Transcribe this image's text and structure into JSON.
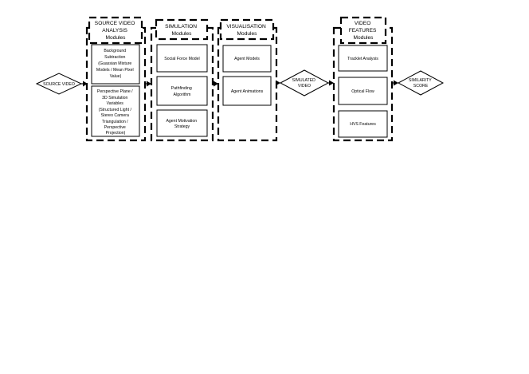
{
  "diagram": {
    "modules": [
      {
        "id": "source-video-analysis",
        "title": [
          "SOURCE VIDEO",
          "ANALYSIS",
          "Modules"
        ],
        "boxes": [
          [
            "Background",
            "Subtraction",
            "(Guassian Mixture",
            "Models / Mean Pixel",
            "Value)"
          ],
          [
            "Perspective Plane /",
            "3D Simulation",
            "Variables",
            "(Structured Light /",
            "Stereo Camera",
            "Triangulation /",
            "Perspective",
            "Projection)"
          ]
        ]
      },
      {
        "id": "simulation",
        "title": [
          "SIMULATION",
          "Modules"
        ],
        "boxes": [
          [
            "Social Force Model"
          ],
          [
            "Pathfinding",
            "Algorithm"
          ],
          [
            "Agent Motivation",
            "Strategy"
          ]
        ]
      },
      {
        "id": "visualisation",
        "title": [
          "VISUALISATION",
          "Modules"
        ],
        "boxes": [
          [
            "Agent Models"
          ],
          [
            "Agent Animations"
          ]
        ]
      },
      {
        "id": "video-features",
        "title": [
          "VIDEO",
          "FEATURES",
          "Modules"
        ],
        "boxes": [
          [
            "Tracklet Analysis"
          ],
          [
            "Optical Flow"
          ],
          [
            "HVS Features"
          ]
        ]
      }
    ],
    "decisions": [
      {
        "id": "source-video",
        "lines": [
          "SOURCE VIDEO"
        ]
      },
      {
        "id": "simulated-video",
        "lines": [
          "SIMULATED",
          "VIDEO"
        ]
      },
      {
        "id": "similarity-score",
        "lines": [
          "SIMILARITY",
          "SCORE"
        ]
      }
    ]
  }
}
